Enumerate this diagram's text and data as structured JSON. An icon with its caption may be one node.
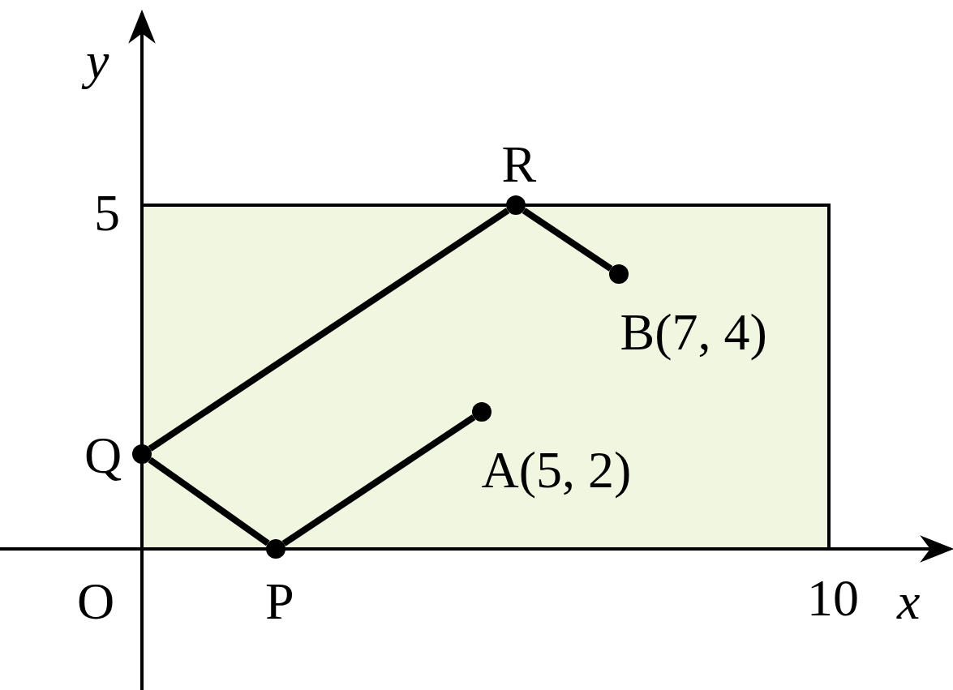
{
  "diagram": {
    "nodes": [
      {
        "text": [],
        "shape": "circle",
        "beside": [
          "R"
        ]
      },
      {
        "text": [],
        "shape": "circle",
        "beside": [
          "B(7, 4)"
        ]
      },
      {
        "text": [],
        "shape": "circle",
        "beside": [
          "Q"
        ]
      },
      {
        "text": [],
        "shape": "circle",
        "beside": [
          "A(5, 2)"
        ]
      },
      {
        "text": [],
        "shape": "circle",
        "beside": [
          "P"
        ]
      }
    ],
    "edges": [
      {
        "from": 3,
        "to": 4,
        "arrow": "none"
      },
      {
        "from": 4,
        "to": 2,
        "arrow": "none"
      },
      {
        "from": 2,
        "to": 0,
        "arrow": "none"
      },
      {
        "from": 0,
        "to": 1,
        "arrow": "none"
      }
    ],
    "labels": [
      "y",
      "5",
      "O",
      "10",
      "x"
    ]
  }
}
